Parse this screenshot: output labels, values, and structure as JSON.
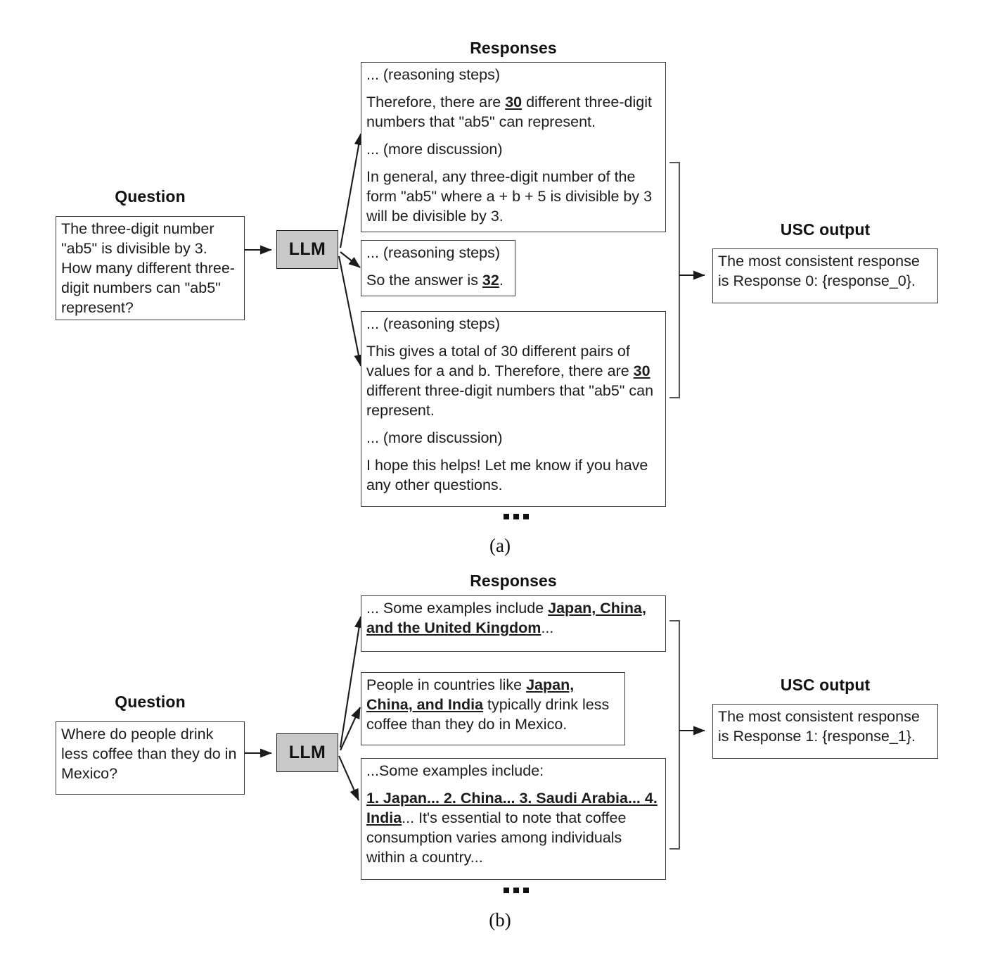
{
  "panels": [
    {
      "id": "a",
      "caption": "(a)",
      "question_title": "Question",
      "question_text": "The three-digit number \"ab5\" is divisible by 3. How many different three-digit numbers can \"ab5\" represent?",
      "model_label": "LLM",
      "responses_title": "Responses",
      "responses": [
        {
          "index": 0,
          "lines": [
            {
              "text": "... (reasoning steps)"
            },
            {
              "pre": "Therefore, there are ",
              "emph": "30",
              "post": " different three-digit numbers that \"ab5\" can represent."
            },
            {
              "text": "... (more discussion)"
            },
            {
              "text": "In general, any three-digit number of the form \"ab5\" where a + b + 5 is divisible by 3 will be divisible by 3."
            }
          ]
        },
        {
          "index": 1,
          "lines": [
            {
              "text": "... (reasoning steps)"
            },
            {
              "pre": "So the answer is ",
              "emph": "32",
              "post": "."
            }
          ]
        },
        {
          "index": 2,
          "lines": [
            {
              "text": "... (reasoning steps)"
            },
            {
              "pre": "This gives a total of 30 different pairs of values for a and b. Therefore, there are ",
              "emph": "30",
              "post": " different three-digit numbers that \"ab5\" can represent."
            },
            {
              "text": "... (more discussion)"
            },
            {
              "text": "I hope this helps! Let me know if you have any other questions."
            }
          ]
        }
      ],
      "more_responses_indicator": "...",
      "output_title": "USC output",
      "output_text": "The most consistent response is Response 0: {response_0}."
    },
    {
      "id": "b",
      "caption": "(b)",
      "question_title": "Question",
      "question_text": "Where do people drink less coffee than they do in Mexico?",
      "model_label": "LLM",
      "responses_title": "Responses",
      "responses": [
        {
          "index": 0,
          "lines": [
            {
              "pre": "... Some examples include ",
              "emph": "Japan, China, and the United Kingdom",
              "post": "..."
            }
          ]
        },
        {
          "index": 1,
          "lines": [
            {
              "pre": "People in countries like ",
              "emph": "Japan, China, and India",
              "post": " typically drink less coffee than they do in Mexico."
            }
          ]
        },
        {
          "index": 2,
          "lines": [
            {
              "text": "...Some examples include:"
            },
            {
              "pre": "",
              "emph": "1. Japan... 2. China... 3. Saudi Arabia... 4. India",
              "post": "... It's essential to note that coffee consumption varies among individuals within a country..."
            }
          ]
        }
      ],
      "more_responses_indicator": "...",
      "output_title": "USC output",
      "output_text": "The most consistent response is Response 1: {response_1}."
    }
  ],
  "colors": {
    "llm_fill": "#c9c9c9",
    "stroke": "#3a3a3a",
    "text": "#1c1c1c",
    "background": "#ffffff"
  }
}
